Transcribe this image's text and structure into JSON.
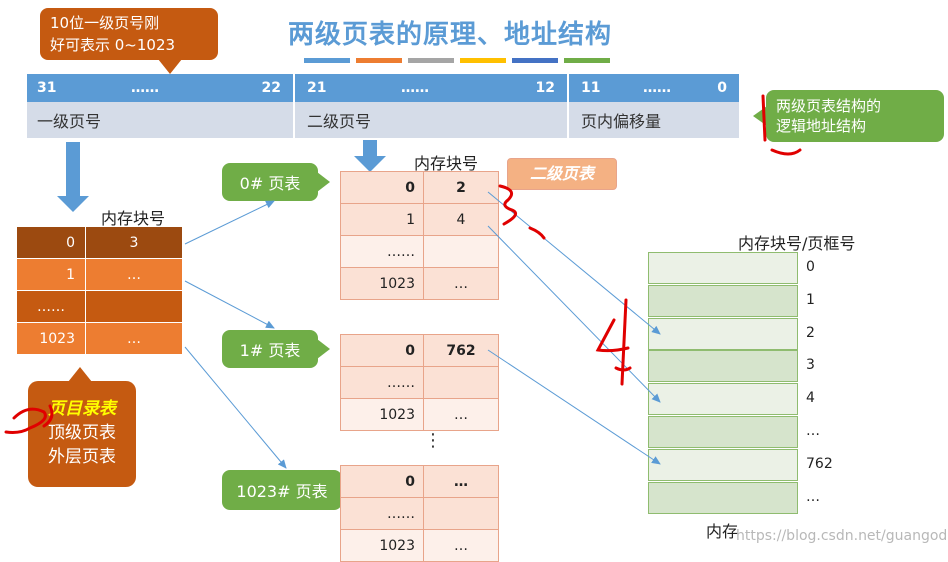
{
  "title": "两级页表的原理、地址结构",
  "title_bar_colors": [
    "#5b9bd5",
    "#ed7d31",
    "#a5a5a5",
    "#ffc000",
    "#4472c4",
    "#70ad47"
  ],
  "callout_top": {
    "line1": "10位一级页号刚",
    "line2": "好可表示 0~1023"
  },
  "address": {
    "fields": [
      {
        "high": "31",
        "mid": "……",
        "low": "22",
        "name": "一级页号"
      },
      {
        "high": "21",
        "mid": "……",
        "low": "12",
        "name": "二级页号"
      },
      {
        "high": "11",
        "mid": "……",
        "low": "0",
        "name": "页内偏移量"
      }
    ]
  },
  "callout_right": {
    "line1": "两级页表结构的",
    "line2": "逻辑地址结构"
  },
  "page_directory": {
    "header": "内存块号",
    "rows": [
      {
        "idx": "0",
        "val": "3"
      },
      {
        "idx": "1",
        "val": "…"
      },
      {
        "idx": "……",
        "val": ""
      },
      {
        "idx": "1023",
        "val": "…"
      }
    ],
    "callout": {
      "line1": "页目录表",
      "line2": "顶级页表",
      "line3": "外层页表"
    }
  },
  "second_level": {
    "header": "内存块号",
    "tag": "二级页表",
    "table0": {
      "label": "0# 页表",
      "rows": [
        {
          "a": "0",
          "b": "2"
        },
        {
          "a": "1",
          "b": "4"
        },
        {
          "a": "……",
          "b": ""
        },
        {
          "a": "1023",
          "b": "…"
        }
      ]
    },
    "table1": {
      "label": "1# 页表",
      "rows": [
        {
          "a": "0",
          "b": "762"
        },
        {
          "a": "……",
          "b": ""
        },
        {
          "a": "1023",
          "b": "…"
        }
      ]
    },
    "vdots": "⋮",
    "table1023": {
      "label": "1023# 页表",
      "rows": [
        {
          "a": "0",
          "b": "…"
        },
        {
          "a": "……",
          "b": ""
        },
        {
          "a": "1023",
          "b": "…"
        }
      ]
    }
  },
  "memory": {
    "header": "内存块号/页框号",
    "labels": [
      "0",
      "1",
      "2",
      "3",
      "4",
      "…",
      "762",
      "…"
    ],
    "footer": "内存"
  },
  "watermark": "https://blog.csdn.net/guangod",
  "handwriting": [
    "1",
    "2",
    "3",
    "4"
  ]
}
